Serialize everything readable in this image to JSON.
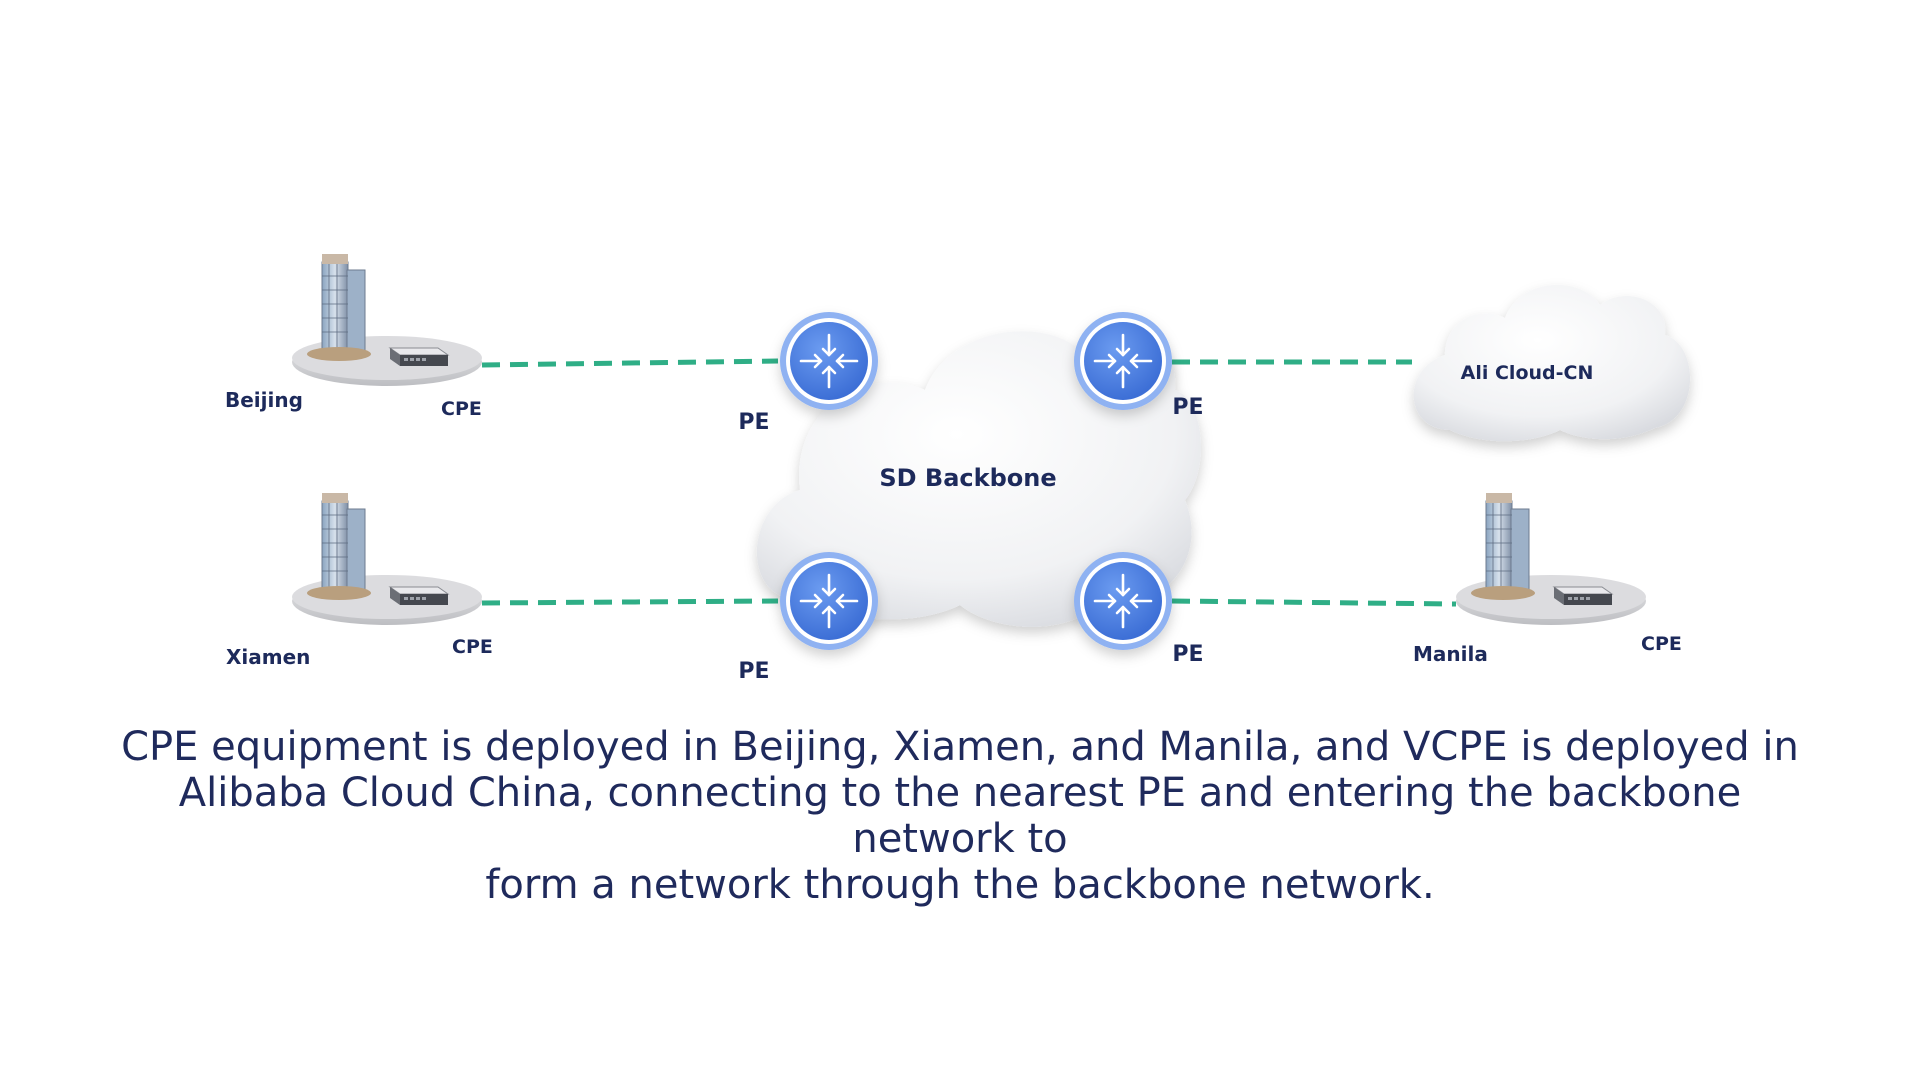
{
  "diagram": {
    "backbone_label": "SD Backbone",
    "cloud_label": "Ali Cloud-CN",
    "sites": {
      "beijing": {
        "city": "Beijing",
        "device": "CPE"
      },
      "xiamen": {
        "city": "Xiamen",
        "device": "CPE"
      },
      "manila": {
        "city": "Manila",
        "device": "CPE"
      }
    },
    "pe_labels": {
      "top_left": "PE",
      "bottom_left": "PE",
      "top_right": "PE",
      "bottom_right": "PE"
    },
    "colors": {
      "link": "#2fae86",
      "router": "#4a7fe0",
      "router_ring": "#8fb2f2",
      "label": "#1d2a5b"
    },
    "icons": [
      "building-icon",
      "cpe-device-icon",
      "router-icon",
      "cloud-icon"
    ]
  },
  "caption": {
    "line1": "CPE equipment is deployed in Beijing, Xiamen, and Manila, and VCPE is deployed in",
    "line2": "Alibaba Cloud China, connecting to the nearest PE and entering the backbone network to",
    "line3": "form a network through the backbone network."
  }
}
